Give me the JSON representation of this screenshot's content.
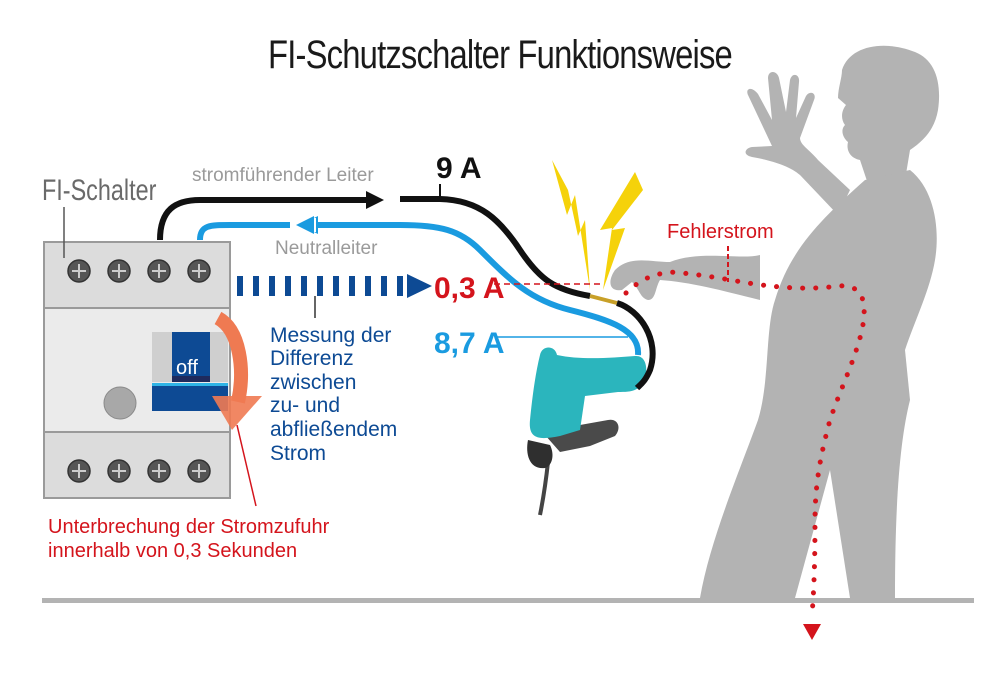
{
  "title": "FI-Schutzschalter Funktionsweise",
  "labels": {
    "device": "FI-Schalter",
    "live_conductor": "stromführender Leiter",
    "neutral_conductor": "Neutralleiter",
    "current_live": "9 A",
    "current_fault": "0,3 A",
    "current_neutral": "8,7 A",
    "fault_current": "Fehlerstrom",
    "switch_state": "off",
    "measurement": [
      "Messung der",
      "Differenz",
      "zwischen",
      "zu- und",
      "abfließendem",
      "Strom"
    ],
    "interruption": [
      "Unterbrechung der Stromzufuhr",
      "innerhalb von 0,3 Sekunden"
    ]
  },
  "colors": {
    "live_wire": "#111111",
    "neutral_wire": "#1a9be0",
    "fault": "#d4141c",
    "measurement_blue": "#0d4a94",
    "lightning": "#f5d20a",
    "drill": "#2bb5bd",
    "person": "#b3b3b3",
    "switch_arrow": "#ef7a52"
  }
}
